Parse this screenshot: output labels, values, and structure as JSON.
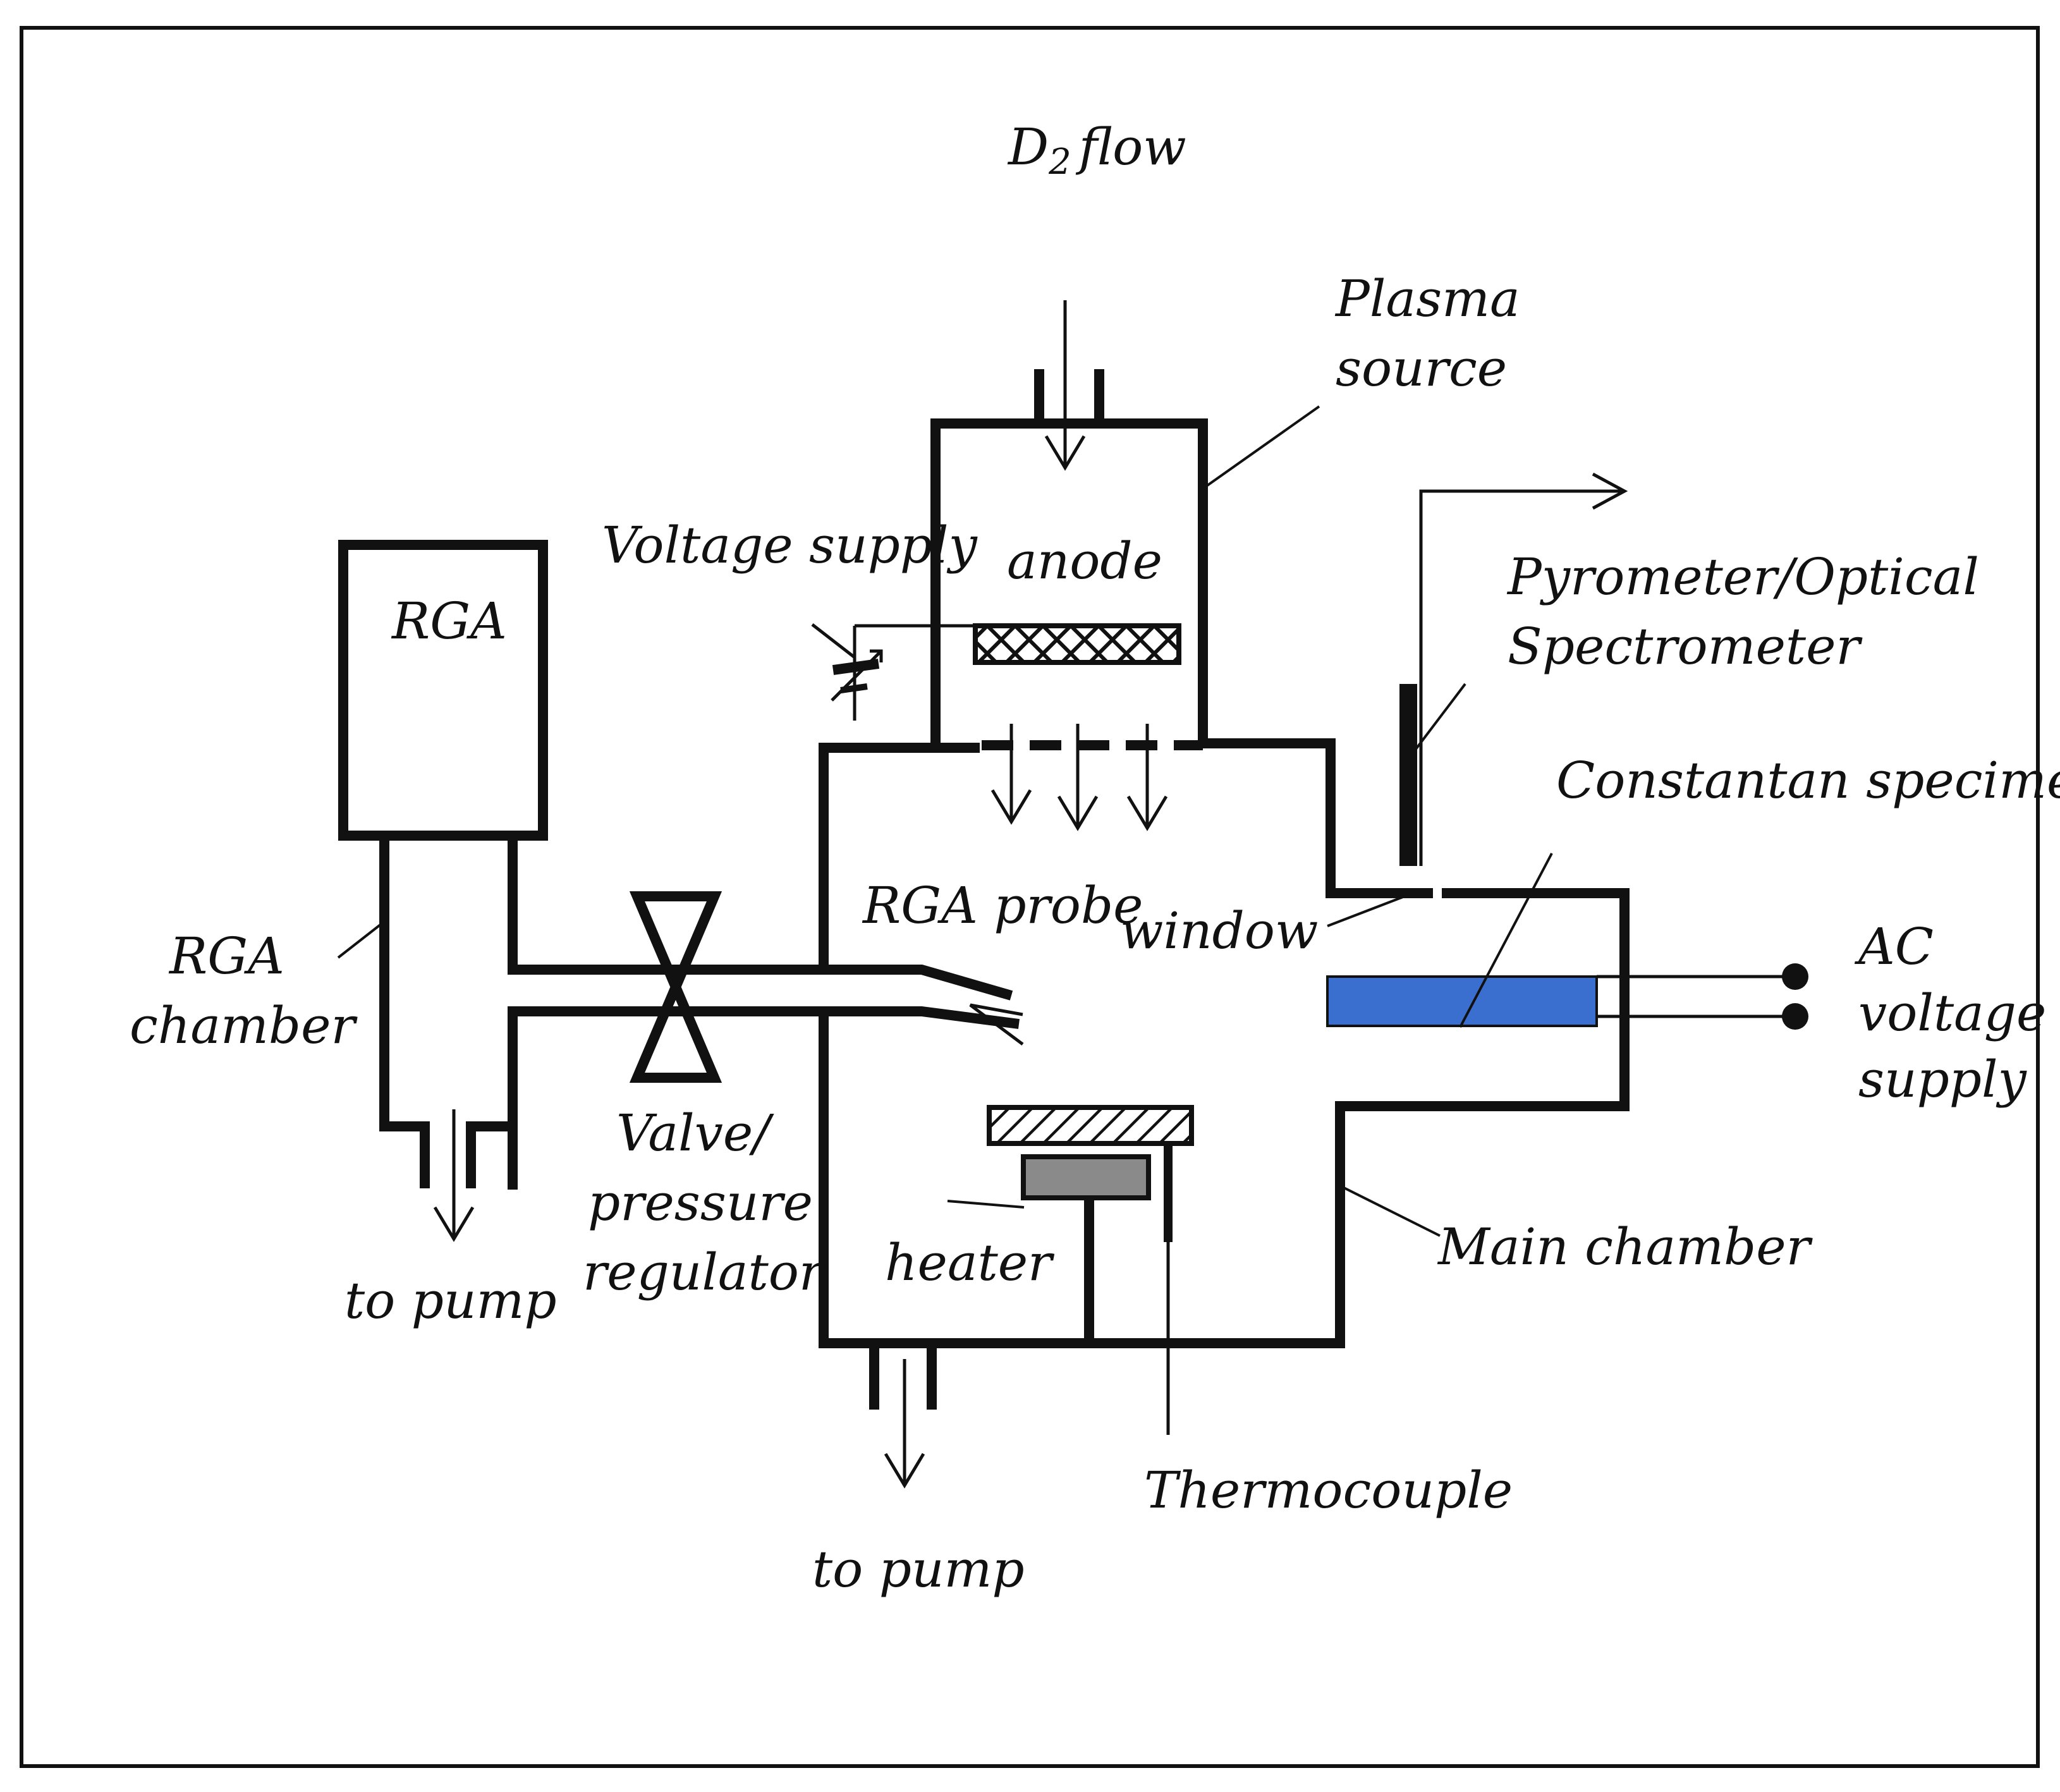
{
  "labels": {
    "d2_flow_main": "D",
    "d2_flow_sub": "2",
    "d2_flow_rest": "flow",
    "plasma_source_1": "Plasma",
    "plasma_source_2": "source",
    "voltage_supply": "Voltage supply",
    "anode": "anode",
    "rga": "RGA",
    "pyrometer_1": "Pyrometer/Optical",
    "pyrometer_2": "Spectrometer",
    "constantan_specimen": "Constantan specimen",
    "rga_probe": "RGA probe",
    "window": "window",
    "rga_chamber_1": "RGA",
    "rga_chamber_2": "chamber",
    "ac_voltage_1": "AC",
    "ac_voltage_2": "voltage",
    "ac_voltage_3": "supply",
    "valve_1": "Valve/",
    "valve_2": "pressure",
    "valve_3": "regulator",
    "heater": "heater",
    "main_chamber": "Main chamber",
    "to_pump_left": "to pump",
    "to_pump_bottom": "to pump",
    "thermocouple": "Thermocouple"
  },
  "colors": {
    "line": "#111111",
    "specimen": "#3a6fd0",
    "heater_body": "#8a8a8a"
  }
}
